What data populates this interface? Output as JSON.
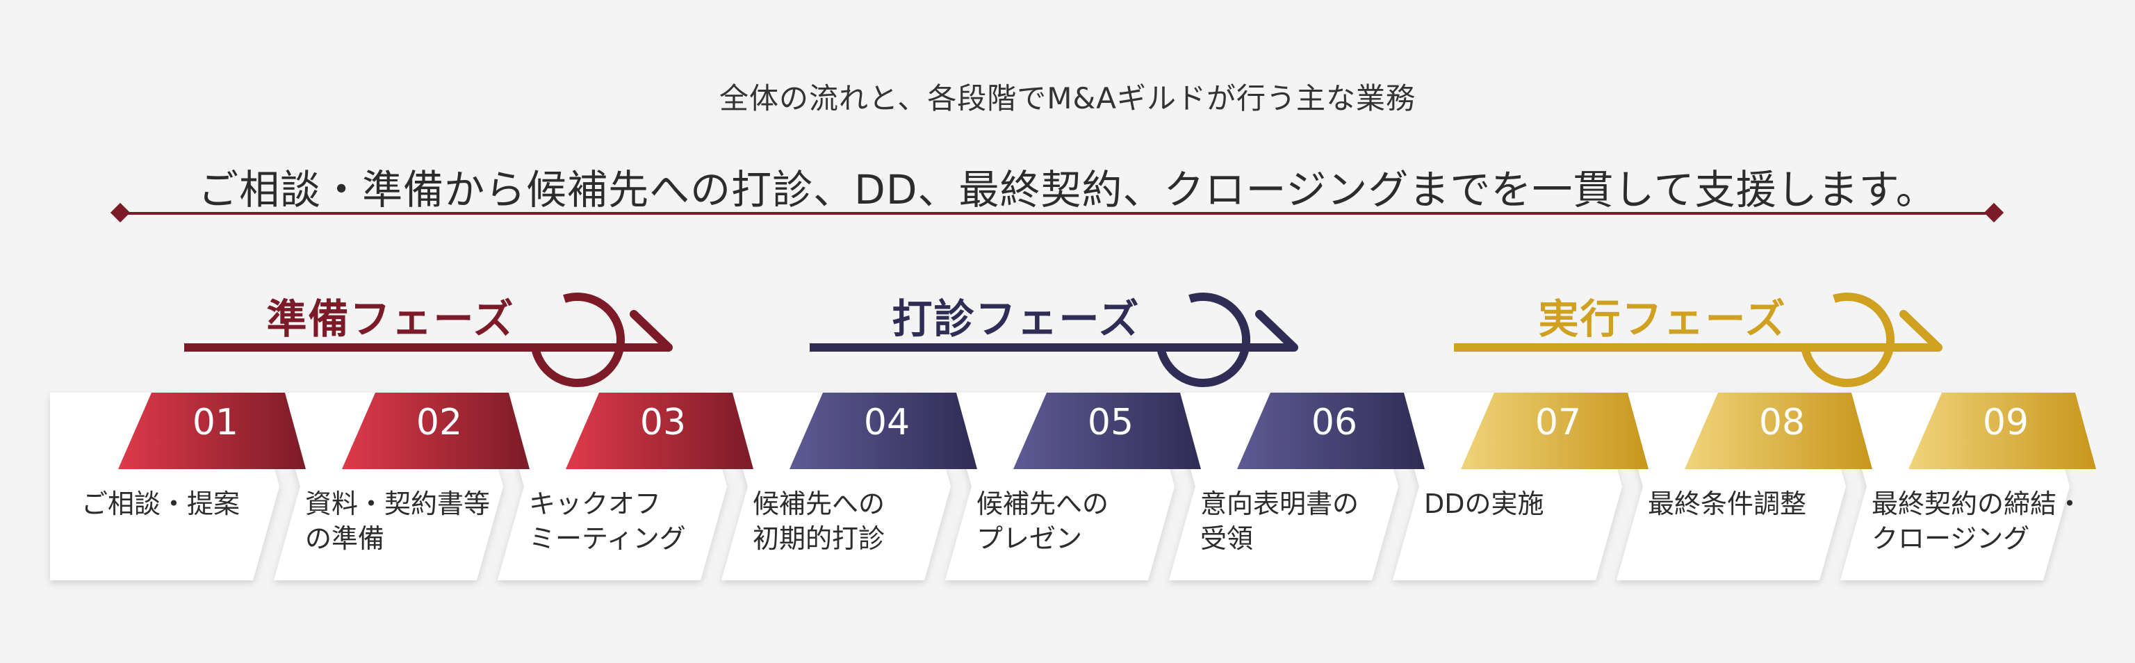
{
  "header": {
    "subtitle": "全体の流れと、各段階でM&Aギルドが行う主な業務",
    "title": "ご相談・準備から候補先への打診、DD、最終契約、クロージングまでを一貫して支援します。"
  },
  "colors": {
    "accent_rule": "#7c1b27",
    "step_box": "#ffffff",
    "background": "#f4f4f4"
  },
  "phases": [
    {
      "label": "準備フェーズ",
      "color": "#7c1b27"
    },
    {
      "label": "打診フェーズ",
      "color": "#2f2d55"
    },
    {
      "label": "実行フェーズ",
      "color": "#d0a020"
    }
  ],
  "steps": [
    {
      "number": "01",
      "lines": [
        "ご相談・提案"
      ],
      "phase": 0
    },
    {
      "number": "02",
      "lines": [
        "資料・契約書等",
        "の準備"
      ],
      "phase": 0
    },
    {
      "number": "03",
      "lines": [
        "キックオフ",
        "ミーティング"
      ],
      "phase": 0
    },
    {
      "number": "04",
      "lines": [
        "候補先への",
        "初期的打診"
      ],
      "phase": 1
    },
    {
      "number": "05",
      "lines": [
        "候補先への",
        "プレゼン"
      ],
      "phase": 1
    },
    {
      "number": "06",
      "lines": [
        "意向表明書の",
        "受領"
      ],
      "phase": 1
    },
    {
      "number": "07",
      "lines": [
        "DDの実施"
      ],
      "phase": 2
    },
    {
      "number": "08",
      "lines": [
        "最終条件調整"
      ],
      "phase": 2
    },
    {
      "number": "09",
      "lines": [
        "最終契約の締結・",
        "クロージング"
      ],
      "phase": 2
    }
  ]
}
